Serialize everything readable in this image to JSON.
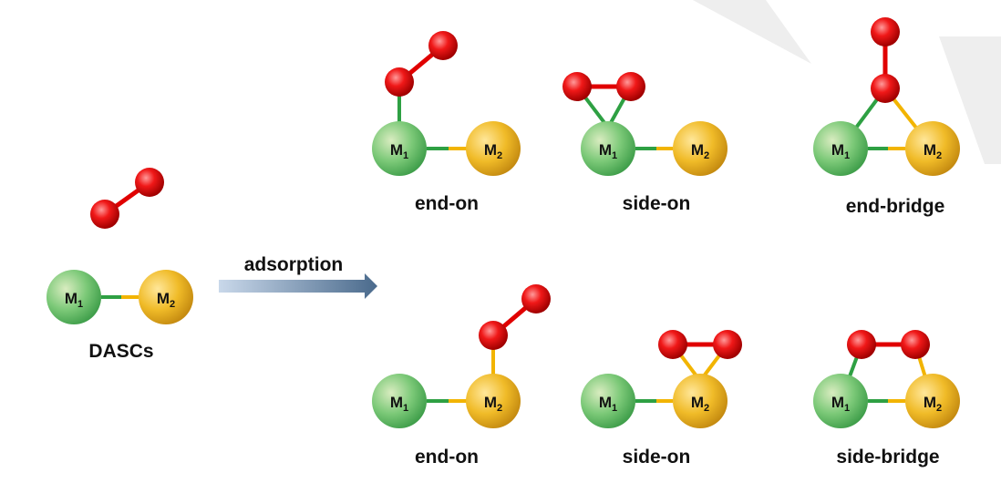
{
  "labels": {
    "metal_1": "M",
    "metal_1_sub": "1",
    "metal_2": "M",
    "metal_2_sub": "2",
    "dascs": "DASCs",
    "adsorption": "adsorption",
    "top_end_on": "end-on",
    "top_side_on": "side-on",
    "end_bridge": "end-bridge",
    "bottom_end_on": "end-on",
    "bottom_side_on": "side-on",
    "side_bridge": "side-bridge"
  },
  "colors": {
    "oxygen": "#e00000",
    "metal_1": "#6cc06c",
    "metal_2": "#e8b020",
    "bond_to_m1": "#2ea043",
    "bond_to_m2": "#f2b400",
    "o_o_bond": "#e00000",
    "arrow": "#7f9bbf",
    "watermark": "#e6e6e6"
  }
}
